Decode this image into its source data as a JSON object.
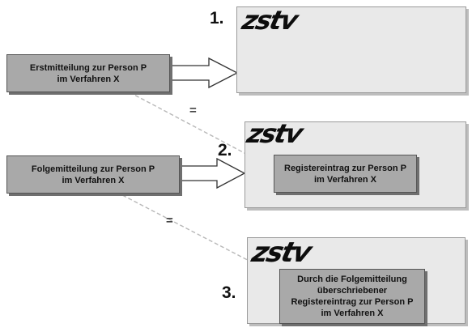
{
  "steps": [
    {
      "number": "1.",
      "logo": "zstv",
      "source_box": {
        "line1": "Erstmitteilung zur Person P",
        "line2": "im Verfahren X"
      }
    },
    {
      "number": "2.",
      "logo": "zstv",
      "source_box": {
        "line1": "Folgemitteilung zur Person P",
        "line2": "im Verfahren X"
      },
      "register_box": {
        "line1": "Registereintrag zur Person P",
        "line2": "im Verfahren X"
      }
    },
    {
      "number": "3.",
      "logo": "zstv",
      "register_box": {
        "line1": "Durch die Folgemitteilung",
        "line2": "überschriebener",
        "line3": "Registereintrag zur Person P",
        "line4": "im Verfahren X"
      }
    }
  ],
  "equals_signs": [
    "=",
    "="
  ],
  "colors": {
    "panel": "#e9e9e9",
    "box": "#a9a9a9",
    "arrow_fill": "#ffffff",
    "dashed_line": "#b8b8b8"
  }
}
